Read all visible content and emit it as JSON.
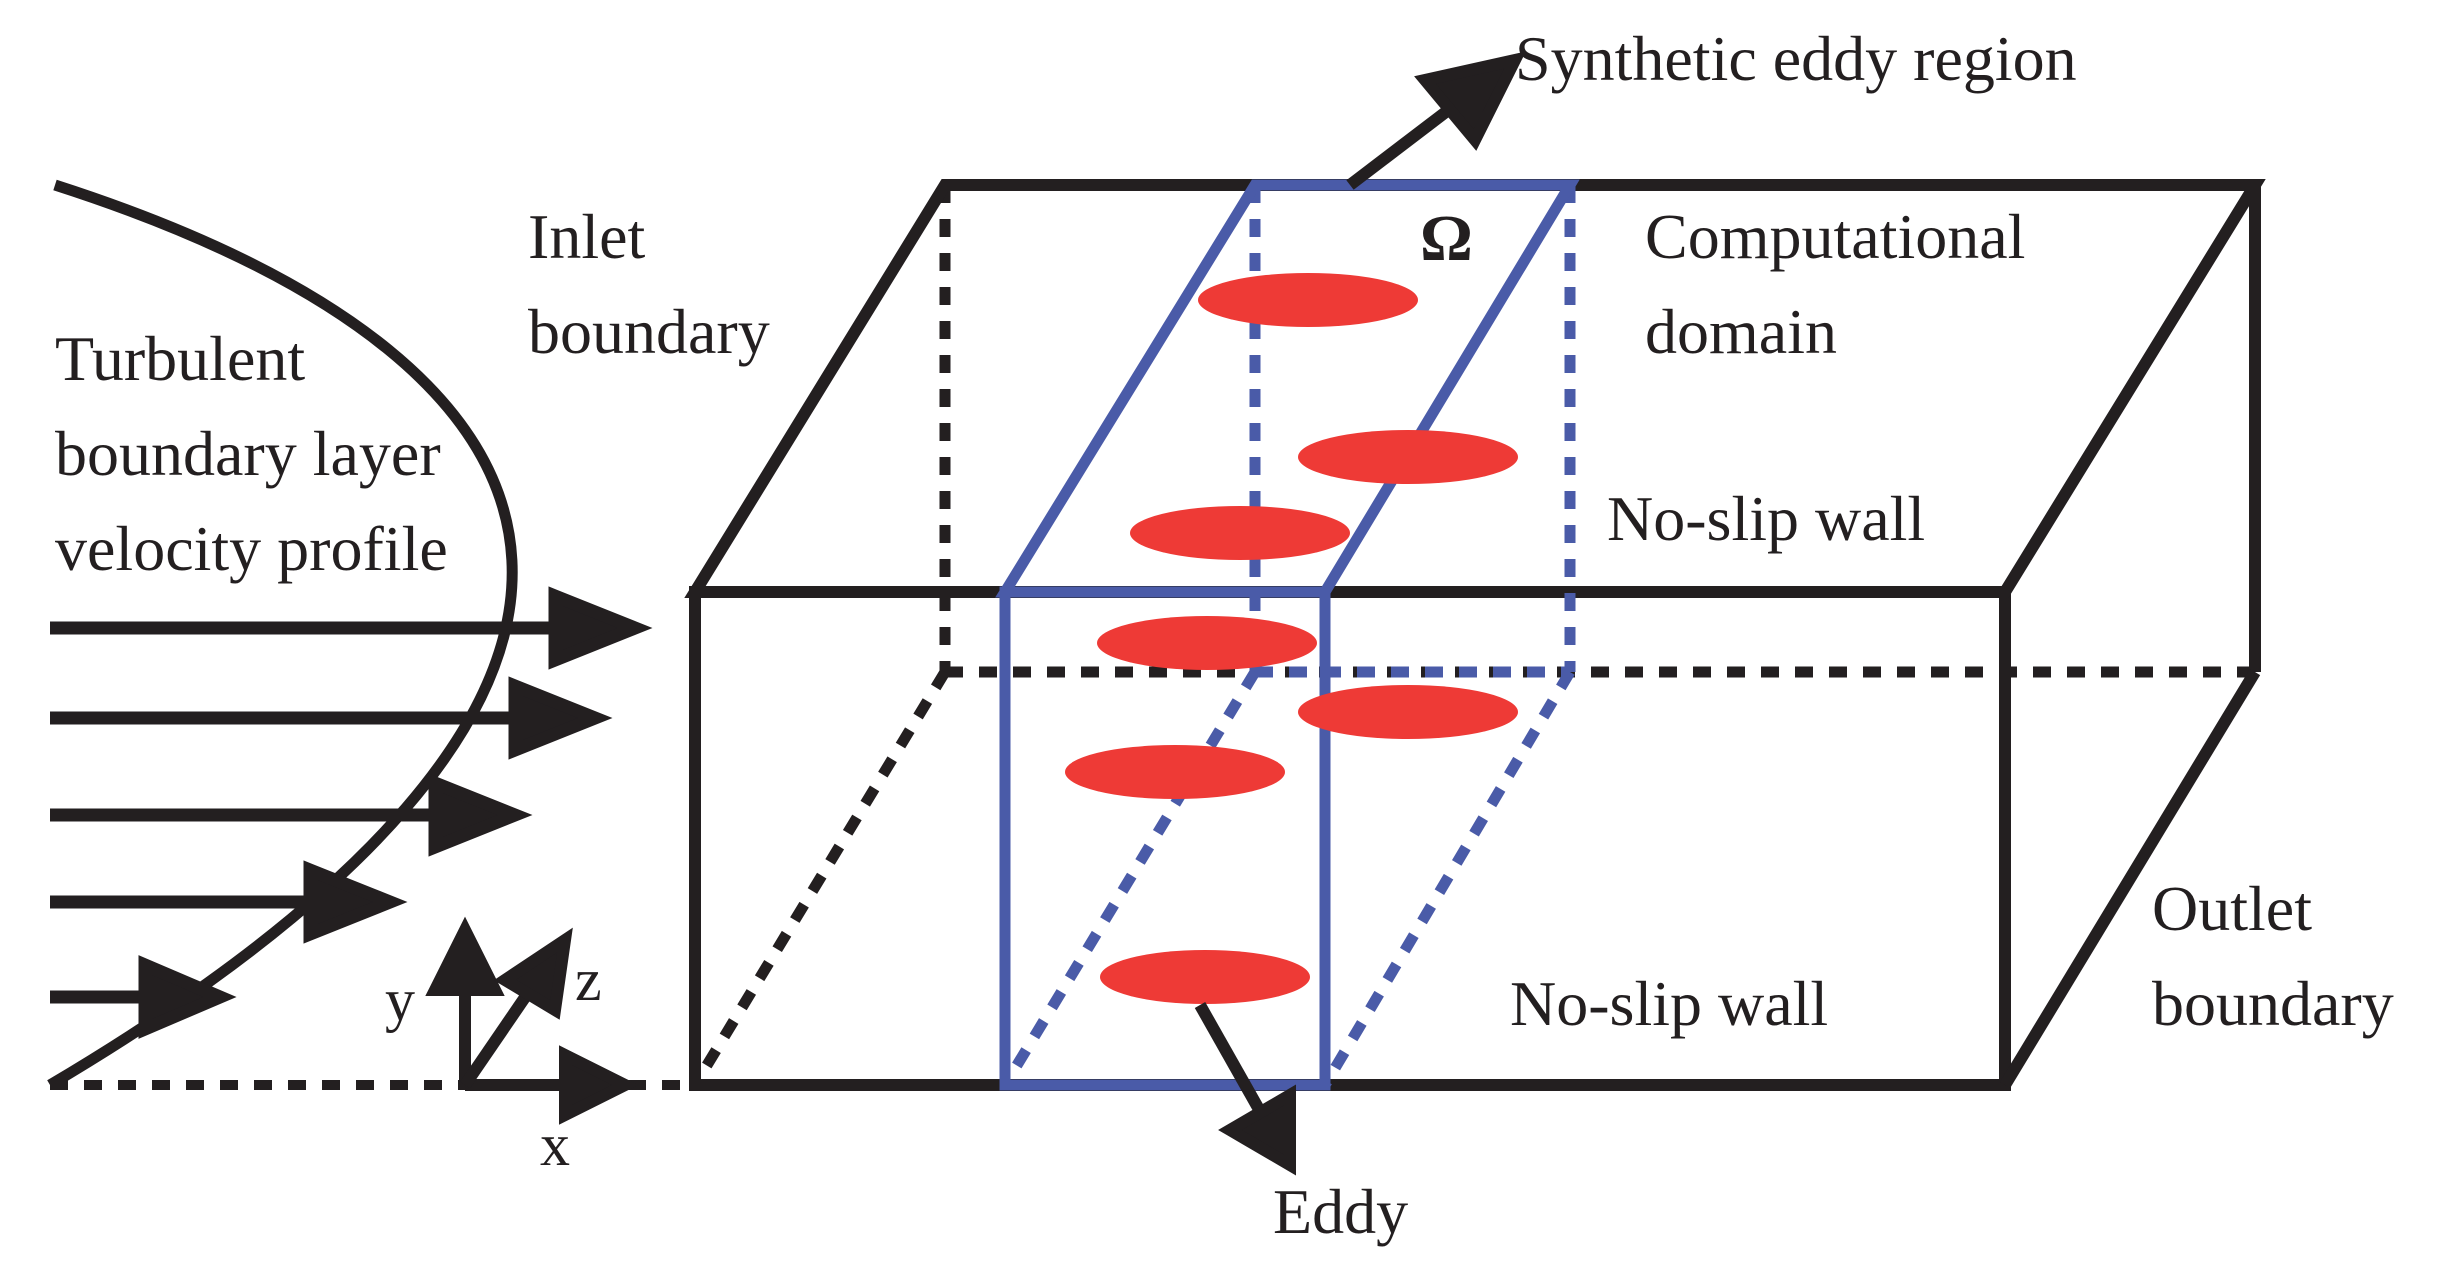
{
  "labels": {
    "profile": [
      "Turbulent",
      "boundary layer",
      "velocity profile"
    ],
    "inlet": [
      "Inlet",
      "boundary"
    ],
    "synthetic_region": "Synthetic eddy region",
    "omega": "Ω",
    "computational_domain": [
      "Computational",
      "domain"
    ],
    "no_slip_wall_top": "No-slip wall",
    "no_slip_wall_bottom": "No-slip wall",
    "outlet": [
      "Outlet",
      "boundary"
    ],
    "eddy": "Eddy",
    "axis_x": "x",
    "axis_y": "y",
    "axis_z": "z"
  },
  "colors": {
    "ink": "#231f20",
    "region": "#4a5ba8",
    "eddy": "#ee3a36",
    "background": "#ffffff"
  }
}
